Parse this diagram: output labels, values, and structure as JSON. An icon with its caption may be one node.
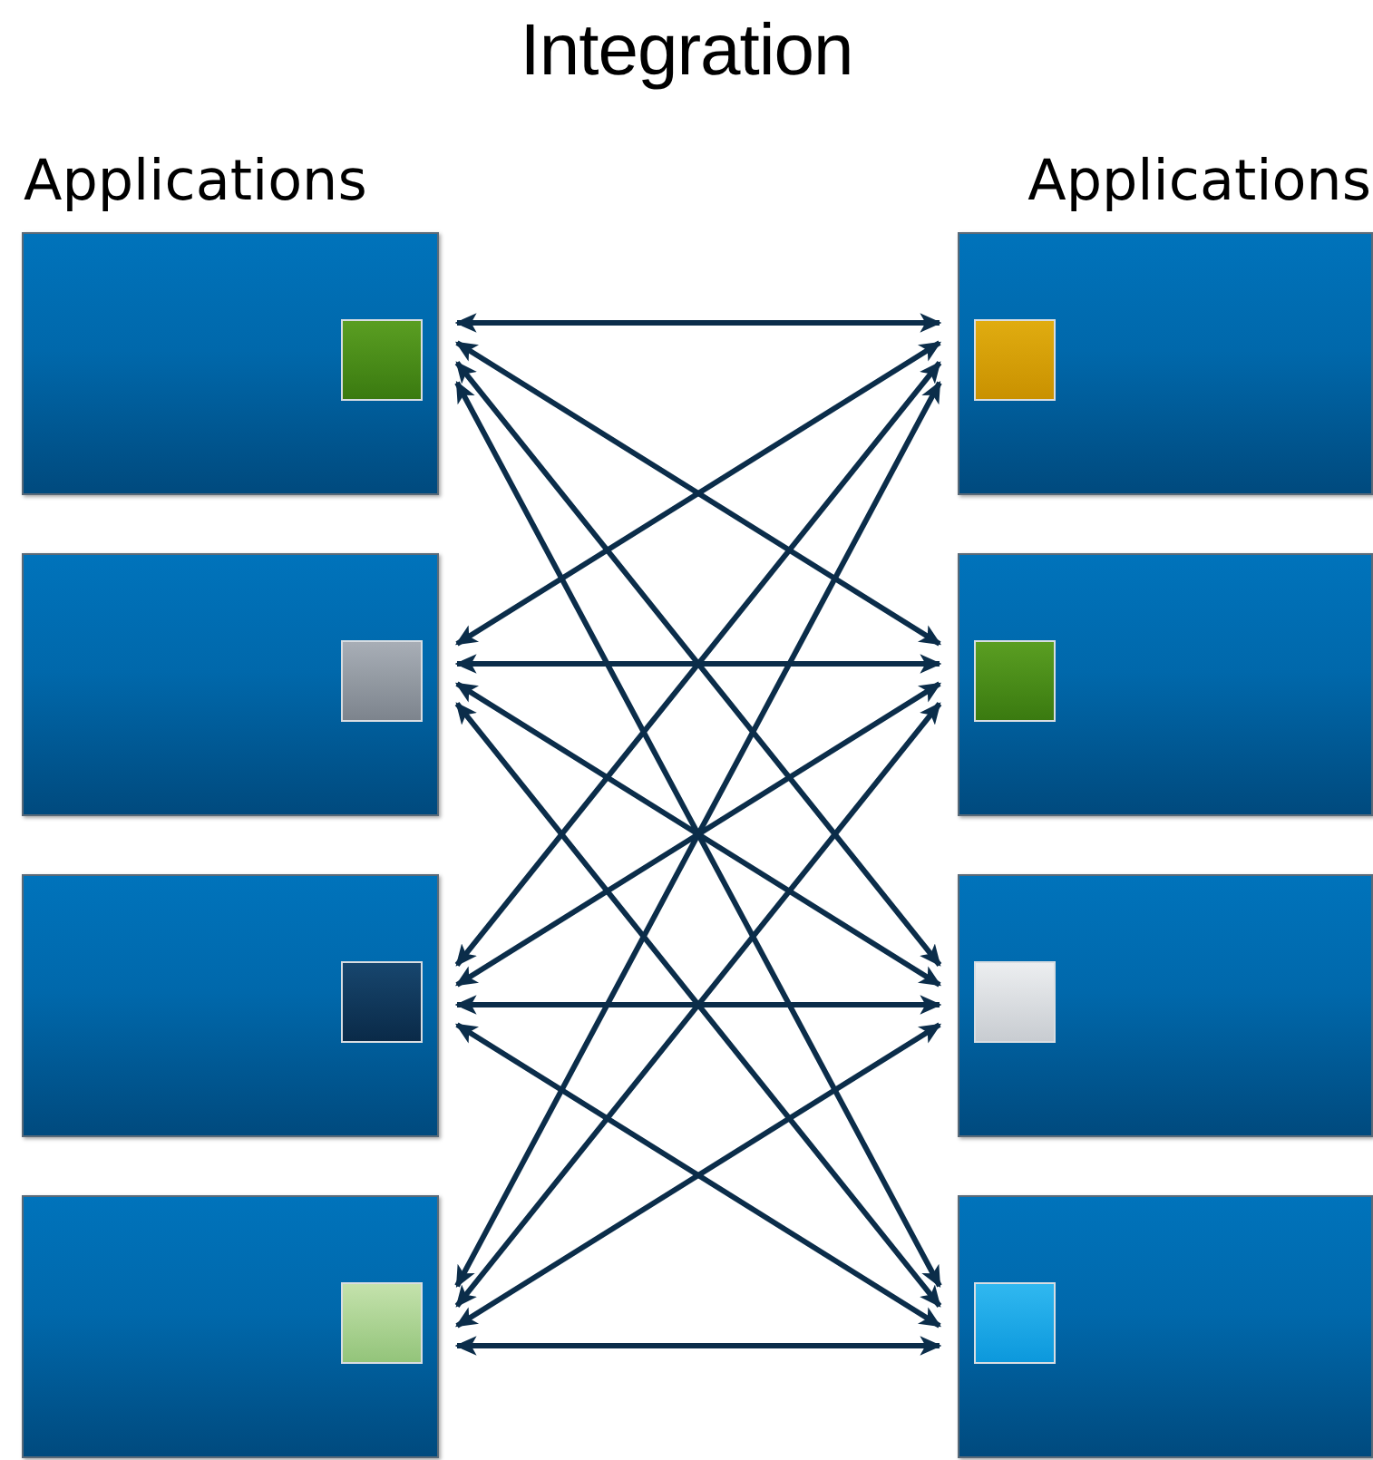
{
  "diagram": {
    "title": "Integration",
    "nodes": [
      {
        "text": [],
        "shape": "box"
      },
      {
        "text": [],
        "shape": "box"
      },
      {
        "text": [],
        "shape": "box"
      },
      {
        "text": [],
        "shape": "box"
      },
      {
        "text": [],
        "shape": "box"
      },
      {
        "text": [],
        "shape": "box"
      },
      {
        "text": [],
        "shape": "box"
      },
      {
        "text": [],
        "shape": "box"
      }
    ],
    "edges": [
      {
        "from": 0,
        "to": 4,
        "arrow": "both"
      },
      {
        "from": 0,
        "to": 5,
        "arrow": "both"
      },
      {
        "from": 0,
        "to": 6,
        "arrow": "both"
      },
      {
        "from": 0,
        "to": 7,
        "arrow": "both"
      },
      {
        "from": 1,
        "to": 4,
        "arrow": "both"
      },
      {
        "from": 1,
        "to": 5,
        "arrow": "both"
      },
      {
        "from": 1,
        "to": 6,
        "arrow": "both"
      },
      {
        "from": 1,
        "to": 7,
        "arrow": "both"
      },
      {
        "from": 2,
        "to": 4,
        "arrow": "both"
      },
      {
        "from": 2,
        "to": 5,
        "arrow": "both"
      },
      {
        "from": 2,
        "to": 6,
        "arrow": "both"
      },
      {
        "from": 2,
        "to": 7,
        "arrow": "both"
      },
      {
        "from": 3,
        "to": 4,
        "arrow": "both"
      },
      {
        "from": 3,
        "to": 5,
        "arrow": "both"
      },
      {
        "from": 3,
        "to": 6,
        "arrow": "both"
      },
      {
        "from": 3,
        "to": 7,
        "arrow": "both"
      }
    ],
    "labels": [
      "Applications",
      "Applications"
    ]
  }
}
